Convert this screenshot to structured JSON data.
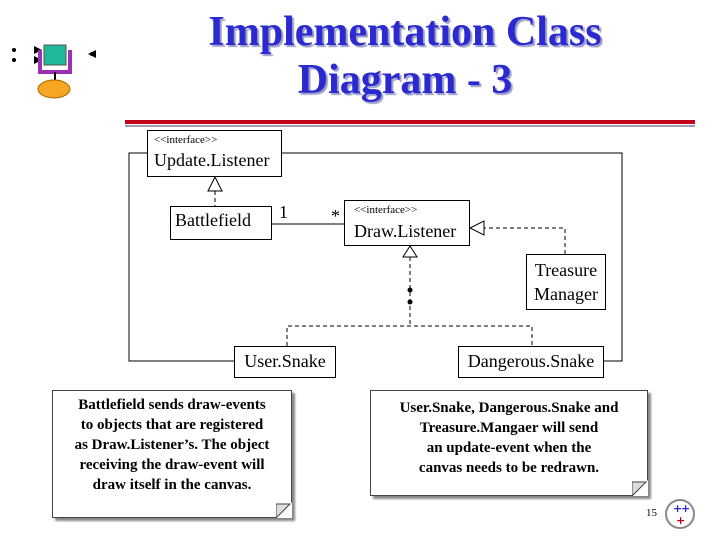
{
  "title": {
    "line1": "Implementation Class",
    "line2": "Diagram - 3"
  },
  "classes": {
    "update_listener": {
      "stereotype": "<<interface>>",
      "name": "Update.Listener"
    },
    "battlefield": {
      "name": "Battlefield"
    },
    "draw_listener": {
      "stereotype": "<<interface>>",
      "name": "Draw.Listener"
    },
    "treasure_manager": {
      "line1": "Treasure",
      "line2": "Manager"
    },
    "user_snake": {
      "name": "User.Snake"
    },
    "dangerous_snake": {
      "name": "Dangerous.Snake"
    }
  },
  "multiplicity": {
    "battlefield_end": "1",
    "draw_listener_end": "*"
  },
  "notes": {
    "left": [
      "Battlefield sends draw-events",
      "to objects that are registered",
      "as Draw.Listener’s. The object",
      "receiving the draw-event will",
      "draw itself in the canvas."
    ],
    "right": [
      "User.Snake, Dangerous.Snake and",
      "Treasure.Mangaer will send",
      "an update-event when the",
      "canvas needs to be redrawn."
    ]
  },
  "page_number": "15",
  "colors": {
    "title": "#2a2ad0",
    "rule": "#c0001a",
    "logo_box": "#1fb89a",
    "logo_oval": "#f5a623"
  },
  "icons": {
    "logo": "snake-game-logo-icon",
    "nav": "navigation-buttons-icon"
  }
}
